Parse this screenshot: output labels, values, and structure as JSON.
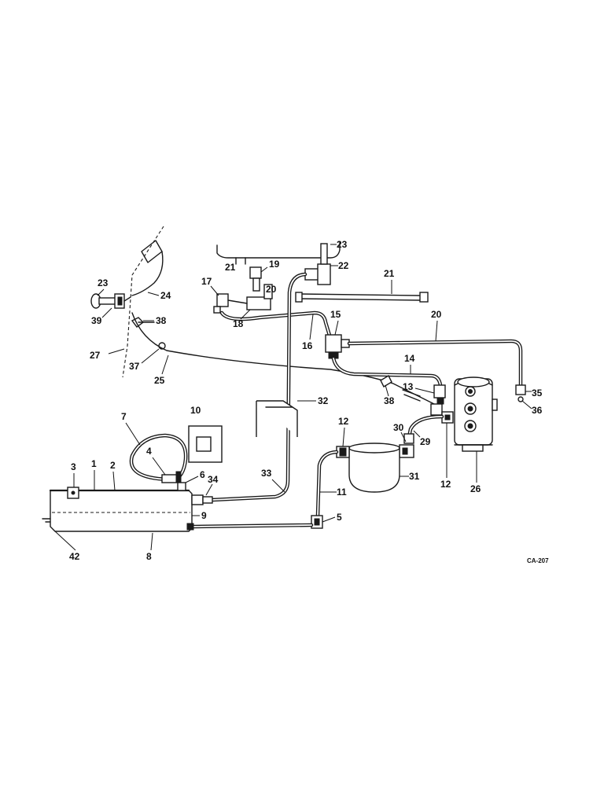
{
  "diagram_code": "CA-207",
  "callouts": [
    {
      "key": "c1",
      "text": "1"
    },
    {
      "key": "c2",
      "text": "2"
    },
    {
      "key": "c3",
      "text": "3"
    },
    {
      "key": "c4",
      "text": "4"
    },
    {
      "key": "c5",
      "text": "5"
    },
    {
      "key": "c6",
      "text": "6"
    },
    {
      "key": "c7",
      "text": "7"
    },
    {
      "key": "c8",
      "text": "8"
    },
    {
      "key": "c9",
      "text": "9"
    },
    {
      "key": "c10",
      "text": "10"
    },
    {
      "key": "c11",
      "text": "11"
    },
    {
      "key": "c12a",
      "text": "12"
    },
    {
      "key": "c12b",
      "text": "12"
    },
    {
      "key": "c13",
      "text": "13"
    },
    {
      "key": "c14",
      "text": "14"
    },
    {
      "key": "c15",
      "text": "15"
    },
    {
      "key": "c16",
      "text": "16"
    },
    {
      "key": "c17",
      "text": "17"
    },
    {
      "key": "c18",
      "text": "18"
    },
    {
      "key": "c19",
      "text": "19"
    },
    {
      "key": "c20a",
      "text": "20"
    },
    {
      "key": "c20b",
      "text": "20"
    },
    {
      "key": "c21a",
      "text": "21"
    },
    {
      "key": "c21b",
      "text": "21"
    },
    {
      "key": "c22",
      "text": "22"
    },
    {
      "key": "c23a",
      "text": "23"
    },
    {
      "key": "c23b",
      "text": "23"
    },
    {
      "key": "c24",
      "text": "24"
    },
    {
      "key": "c25",
      "text": "25"
    },
    {
      "key": "c26",
      "text": "26"
    },
    {
      "key": "c27",
      "text": "27"
    },
    {
      "key": "c29",
      "text": "29"
    },
    {
      "key": "c30",
      "text": "30"
    },
    {
      "key": "c31",
      "text": "31"
    },
    {
      "key": "c32",
      "text": "32"
    },
    {
      "key": "c33",
      "text": "33"
    },
    {
      "key": "c34",
      "text": "34"
    },
    {
      "key": "c35",
      "text": "35"
    },
    {
      "key": "c36",
      "text": "36"
    },
    {
      "key": "c37",
      "text": "37"
    },
    {
      "key": "c38a",
      "text": "38"
    },
    {
      "key": "c38b",
      "text": "38"
    },
    {
      "key": "c39",
      "text": "39"
    },
    {
      "key": "c42",
      "text": "42"
    }
  ]
}
